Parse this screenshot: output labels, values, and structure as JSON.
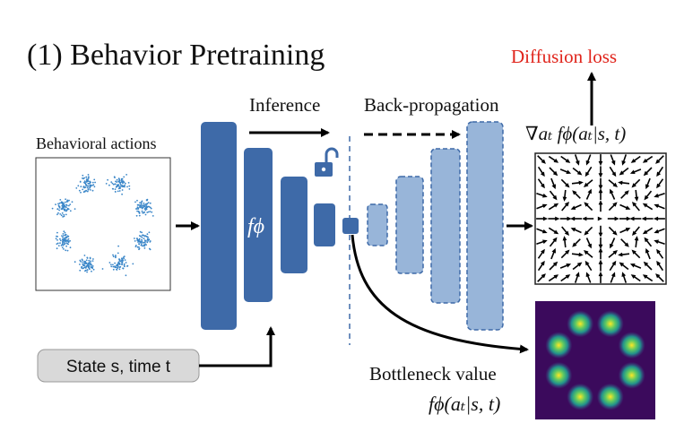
{
  "title": "(1) Behavior Pretraining",
  "loss_label": "Diffusion loss",
  "inference_label": "Inference",
  "backprop_label": "Back-propagation",
  "actions_label": "Behavioral actions",
  "network_label": "fϕ",
  "gradient_label": "∇aₜ fϕ(aₜ|s, t)",
  "input_label": "State s, time t",
  "bottleneck_label": "Bottleneck value",
  "bottleneck_formula": "fϕ(aₜ|s, t)",
  "icons": {
    "lock": "unlocked-padlock-icon"
  },
  "colors": {
    "encoder": "#3e6aa8",
    "decoder": "#98b5d9",
    "loss_text": "#e0241b",
    "scatter": "#3a86c8",
    "heatmap_bg": "#3b0a5c",
    "input_box": "#d9d9d9"
  },
  "scatter_clusters": 8,
  "heatmap_peaks": 8
}
